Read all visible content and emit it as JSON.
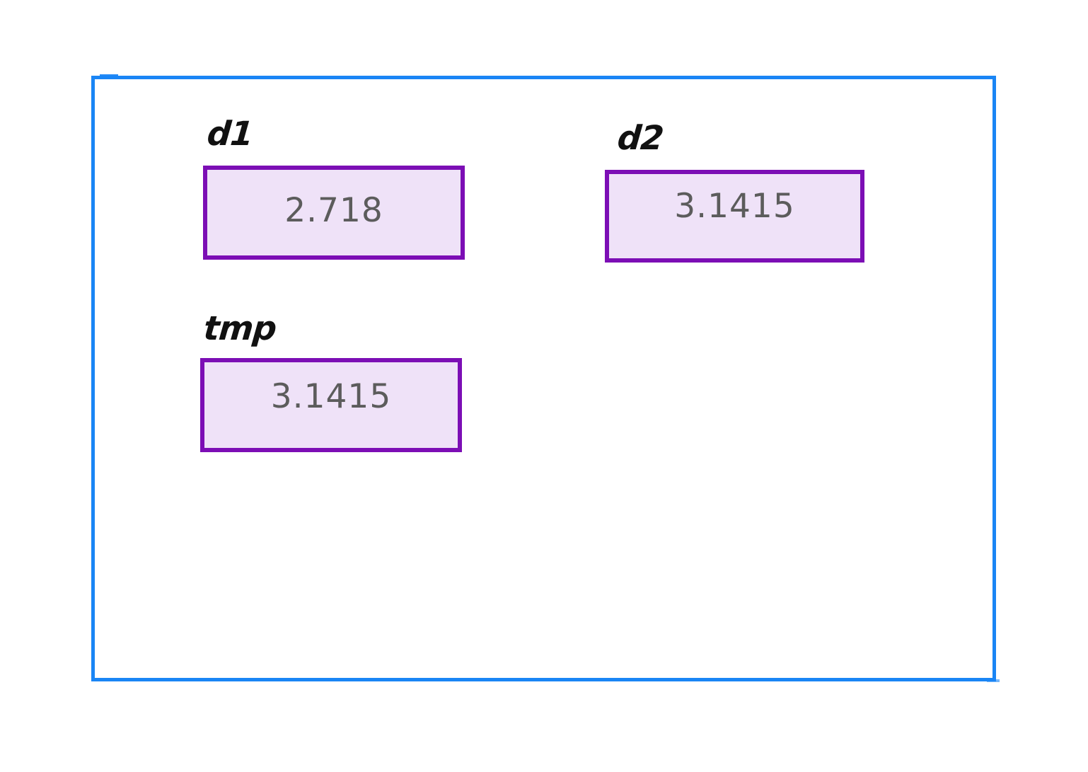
{
  "diagram": {
    "frame": {
      "border_color": "#1a85f5",
      "background_color": "#ffffff"
    },
    "box_style": {
      "border_color": "#7c0eb5",
      "fill_color": "#efe2f8",
      "value_text_color": "#5c5c5c",
      "label_text_color": "#111111"
    },
    "variables": [
      {
        "label": "d1",
        "value": "2.718"
      },
      {
        "label": "d2",
        "value": "3.1415"
      },
      {
        "label": "tmp",
        "value": "3.1415"
      }
    ]
  }
}
